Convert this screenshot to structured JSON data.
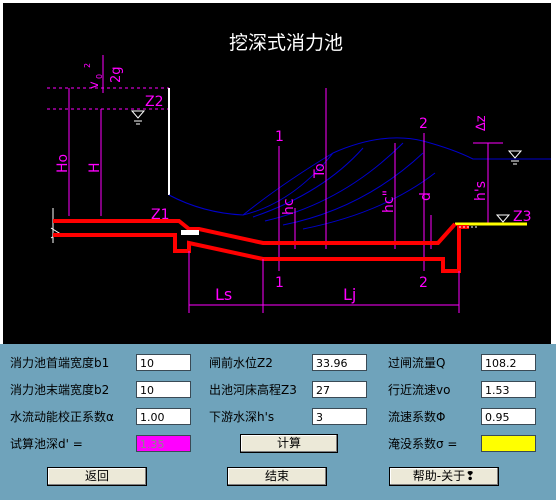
{
  "diagram": {
    "title": "挖深式消力池",
    "labels": {
      "v0_sq": "v",
      "v0_sq_sub": "0",
      "v0_sq_sup": "2",
      "two_g": "2g",
      "z2": "Z2",
      "z1": "Z1",
      "z3": "Z3",
      "ho": "Ho",
      "h": "H",
      "to": "To",
      "hc": "hc",
      "hc2": "hc\"",
      "d": "d",
      "hs": "h's",
      "dz": "∆z",
      "sec1_top": "1",
      "sec1_bot": "1",
      "sec2_top": "2",
      "sec2_bot": "2",
      "ls": "Ls",
      "lj": "Lj"
    },
    "colors": {
      "structure": "#ff0000",
      "dims": "#ff00ff",
      "water": "#0000cc",
      "text": "#ffffff",
      "downstream": "#ffff00"
    }
  },
  "form": {
    "row1": {
      "b1_label": "消力池首端宽度b1",
      "b1_value": "10",
      "z2_label": "闸前水位Z2",
      "z2_value": "33.96",
      "q_label": "过闸流量Q",
      "q_value": "108.2"
    },
    "row2": {
      "b2_label": "消力池末端宽度b2",
      "b2_value": "10",
      "z3_label": "出池河床高程Z3",
      "z3_value": "27",
      "v0_label": "行近流速vo",
      "v0_value": "1.53"
    },
    "row3": {
      "alpha_label": "水流动能校正系数α",
      "alpha_value": "1.00",
      "hs_label": "下游水深h's",
      "hs_value": "3",
      "phi_label": "流速系数Φ",
      "phi_value": "0.95"
    },
    "row4": {
      "d_label": "试算池深d' =",
      "d_value": "1.35",
      "calc_button": "计算",
      "sigma_label": "淹没系数σ =",
      "sigma_value": ""
    },
    "buttons": {
      "back": "返回",
      "finish": "结束",
      "help": "帮助-关于❢"
    },
    "colors": {
      "d_field": "#ff00ff",
      "sigma_field": "#ffff00"
    }
  }
}
